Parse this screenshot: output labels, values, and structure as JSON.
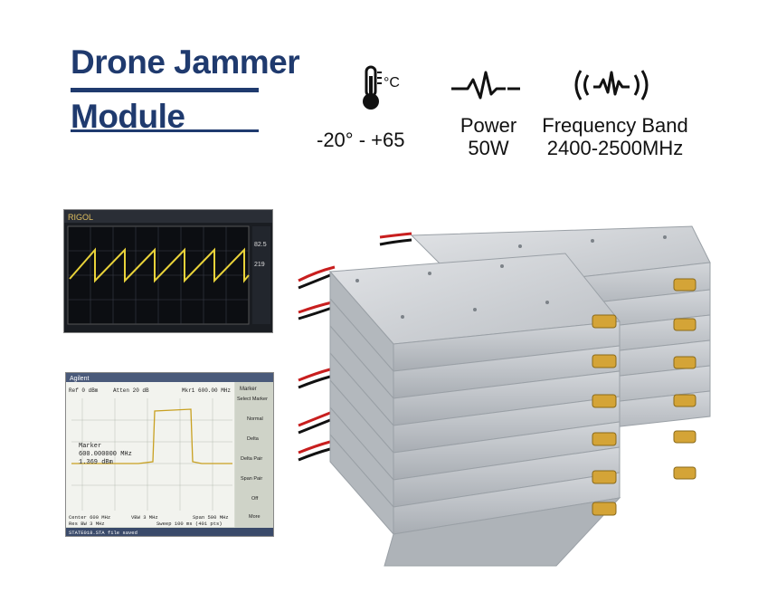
{
  "header": {
    "title_line1": "Drone Jammer",
    "title_line2": "Module"
  },
  "specs": {
    "temperature": {
      "icon": "thermometer-icon",
      "value": "-20° - +65"
    },
    "power": {
      "icon": "pulse-icon",
      "label": "Power",
      "value": "50W"
    },
    "frequency": {
      "icon": "signal-wave-icon",
      "label": "Frequency Band",
      "value": "2400-2500MHz"
    }
  },
  "scope_top": {
    "brand": "RIGOL",
    "readouts": [
      "82.5",
      "219"
    ],
    "trace_color": "#e8d23a"
  },
  "spectrum": {
    "brand": "Agilent",
    "header_left": "Ref 0 dBm",
    "header_mid": "Atten 20 dB",
    "header_right": "Mkr1 600.00 MHz",
    "marker_label": "Marker",
    "marker_freq": "600.000000 MHz",
    "marker_level": "1.369 dBm",
    "footer_left": "Center 600 MHz",
    "footer_mid": "VBW 3 MHz",
    "footer_right": "Span 500 MHz",
    "footer2_left": "Res BW 3 MHz",
    "footer2_right": "Sweep 100 ms (401 pts)",
    "status": "STATE018.STA file saved",
    "menu_title": "Marker",
    "menu": [
      "Select Marker",
      "Normal",
      "Delta",
      "Delta Pair",
      "Span Pair",
      "Off",
      "More"
    ]
  },
  "colors": {
    "title_blue": "#1f3a6e",
    "aluminum": "#c9ccd0",
    "gold": "#d4a437"
  }
}
